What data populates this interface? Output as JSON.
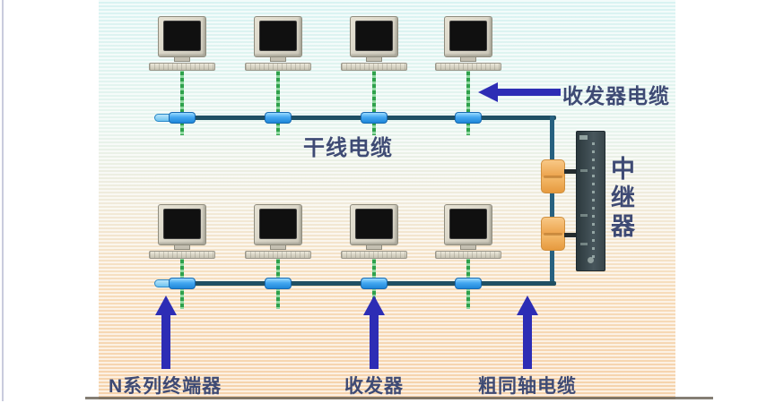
{
  "labels": {
    "transceiver_cable": "收发器电缆",
    "trunk_cable": "干线电缆",
    "repeater": "中继器",
    "n_series_terminator": "N系列终端器",
    "transceiver": "收发器",
    "thick_coaxial_cable": "粗同轴电缆"
  },
  "topology": {
    "type": "ethernet-bus-with-repeater",
    "segments": 2,
    "computers_top_segment": 4,
    "computers_bottom_segment": 4,
    "repeaters": 1,
    "riser_transceivers": 2,
    "callout_arrows_up": 3,
    "callout_arrows_left": 1
  },
  "colors": {
    "arrow": "#2d2db5",
    "label_text": "#3e4a74",
    "trunk_cable": "#1f4f63",
    "riser_cable": "#276180",
    "drop_cable_green": "#2fa14c",
    "tap_blue": "#3fa9f5",
    "terminator_cap": "#7ecdf5",
    "connector_orange": "#f0b26a",
    "repeater_body": "#39464b",
    "background_top": "#e3f6f5",
    "background_bottom": "#f5d2ab"
  }
}
